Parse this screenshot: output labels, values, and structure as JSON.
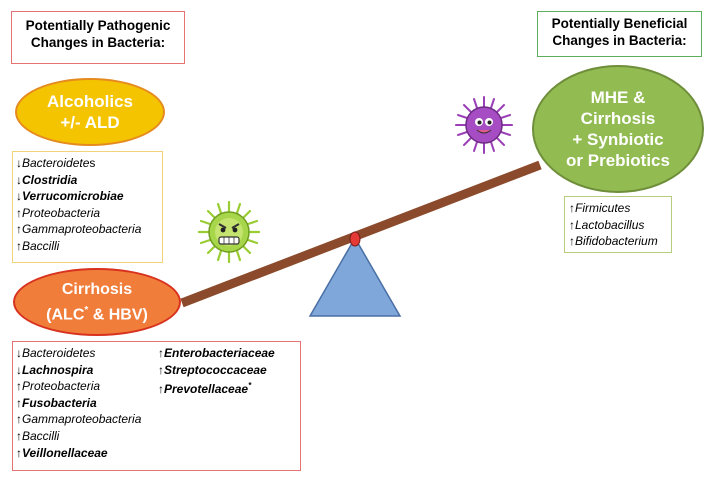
{
  "pathogenic_title": [
    "Potentially Pathogenic",
    "Changes in Bacteria:"
  ],
  "beneficial_title": [
    "Potentially Beneficial",
    "Changes in Bacteria:"
  ],
  "alcoholics": {
    "lines": [
      "Alcoholics",
      "+/- ALD"
    ],
    "color": "#F5C400"
  },
  "cirrhosis": {
    "line1": "Cirrhosis",
    "line2_a": "(ALC",
    "line2_sup": "*",
    "line2_b": " & HBV)",
    "color": "#F07D3A"
  },
  "mhe": {
    "lines": [
      "MHE &",
      "Cirrhosis",
      "+ Synbiotic",
      "or Prebiotics"
    ],
    "color": "#92BB52"
  },
  "alcoholics_list": [
    {
      "arrow": "↓",
      "name": "Bacteroidete",
      "suffix": "s",
      "bold": false
    },
    {
      "arrow": "↓",
      "name": "Clostridia",
      "bold": true
    },
    {
      "arrow": "↓",
      "name": "Verrucomicrobiae",
      "bold": true
    },
    {
      "arrow": "↑",
      "name": "Proteobacteria",
      "bold": false
    },
    {
      "arrow": "↑",
      "name": "Gammaproteobacteria",
      "bold": false
    },
    {
      "arrow": "↑",
      "name": "Baccilli",
      "bold": false
    }
  ],
  "cirrhosis_list_left": [
    {
      "arrow": "↓",
      "name": "Bacteroidetes",
      "bold": false
    },
    {
      "arrow": "↓",
      "name": "Lachnospira",
      "bold": true
    },
    {
      "arrow": "↑",
      "name": "Proteobacteria",
      "bold": false
    },
    {
      "arrow": "↑",
      "name": "Fusobacteria",
      "bold": true
    },
    {
      "arrow": "↑",
      "name": "Gammaproteobacteria",
      "bold": false
    },
    {
      "arrow": "↑",
      "name": "Baccilli",
      "bold": false
    },
    {
      "arrow": "↑",
      "name": "Veillonellaceae",
      "bold": true
    }
  ],
  "cirrhosis_list_right": [
    {
      "arrow": "↑",
      "name": "Enterobacteriaceae",
      "bold": true
    },
    {
      "arrow": "↑",
      "name": "Streptococcaceae",
      "bold": true
    },
    {
      "arrow": "↑",
      "name": "Prevotellaceae",
      "sup": "*",
      "bold": true
    }
  ],
  "beneficial_list": [
    {
      "arrow": "↑",
      "name": "Firmicutes",
      "bold": false
    },
    {
      "arrow": "↑",
      "name": "Lactobacillus",
      "bold": false
    },
    {
      "arrow": "↑",
      "name": "Bifidobacterium",
      "bold": false
    }
  ],
  "colors": {
    "pathogenic_border": "#E57373",
    "beneficial_border": "#5DAF5D",
    "alcoholics_list_border": "#F2D27A",
    "cirrhosis_list_border": "#E57373",
    "beneficial_list_border": "#B6CC7E",
    "seesaw_beam": "#8B4A2B",
    "seesaw_base": "#7FA7D9",
    "pivot": "#E53935",
    "bad_bacteria": "#9ACD32",
    "good_bacteria": "#9B3FB8"
  }
}
